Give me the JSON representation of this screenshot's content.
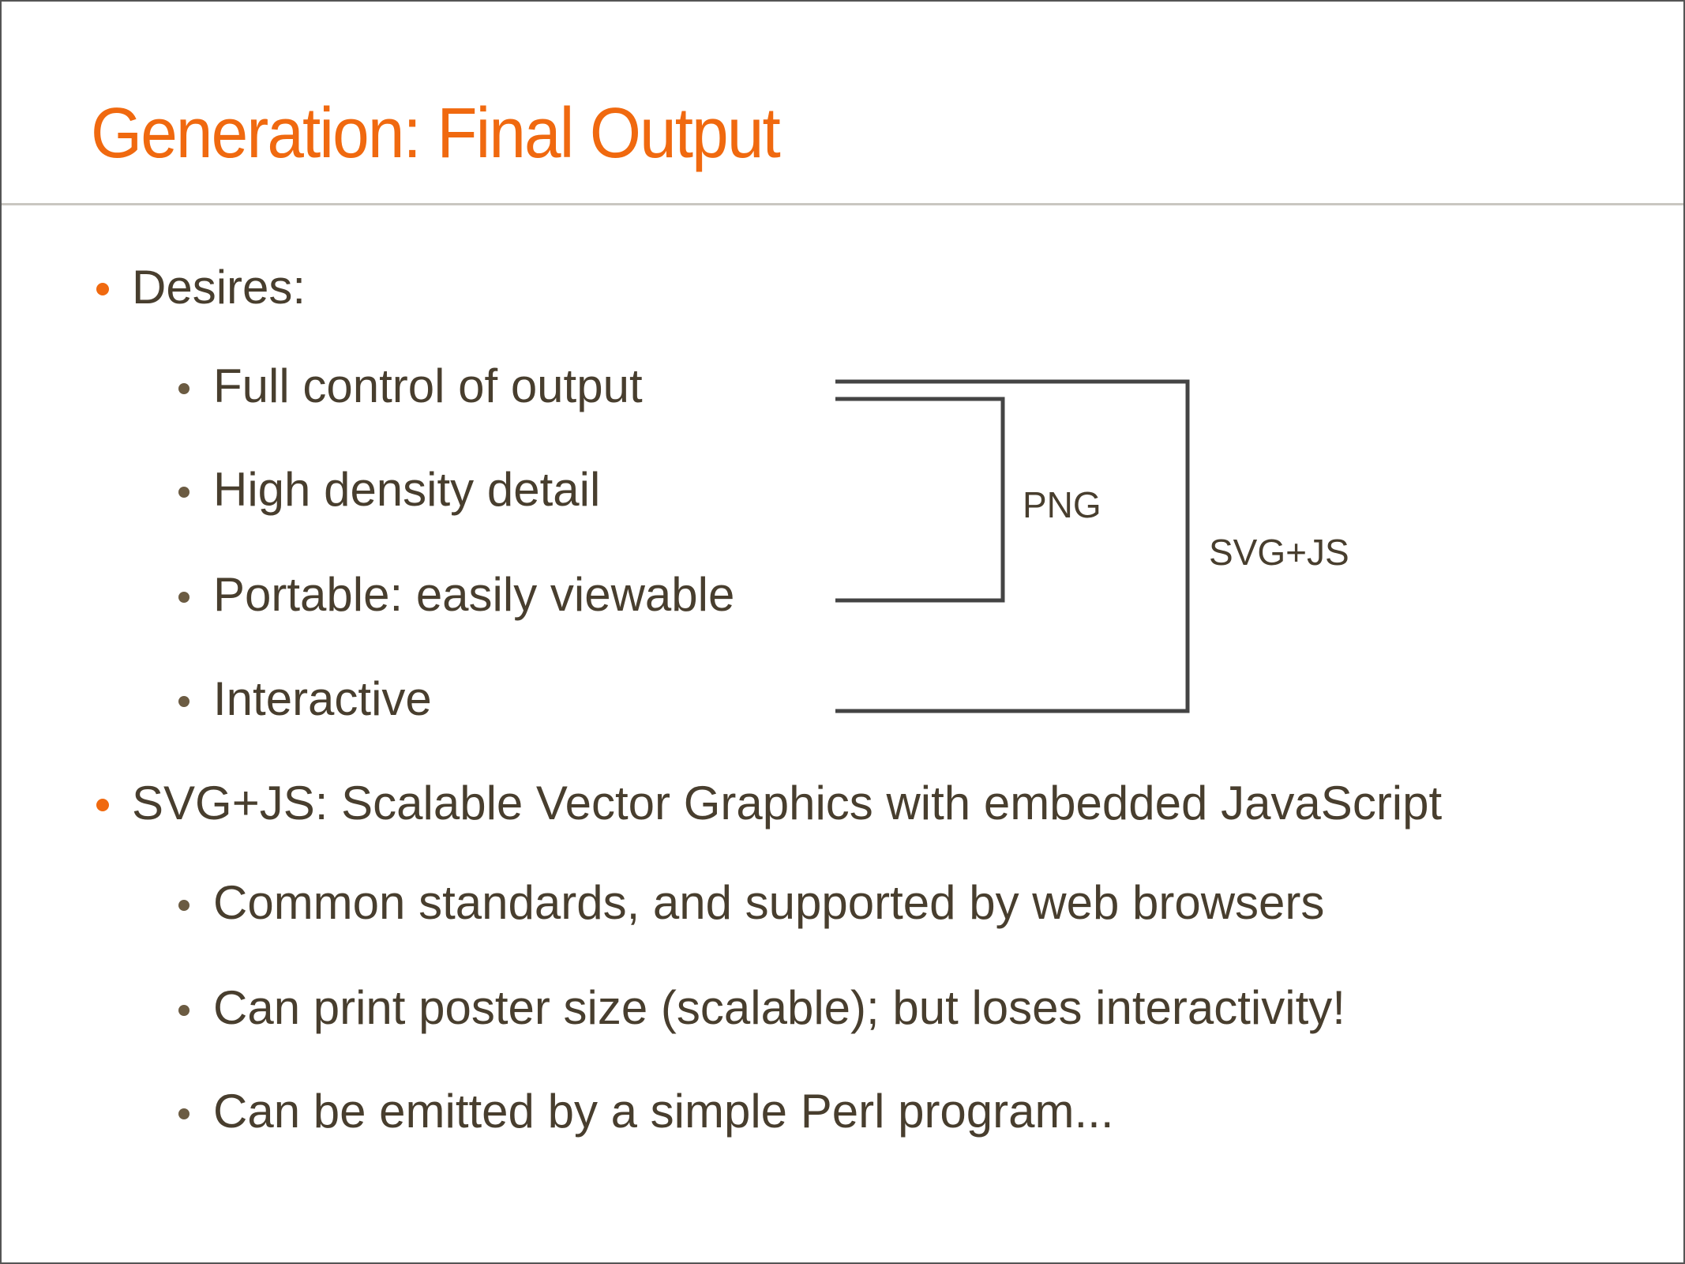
{
  "title": "Generation: Final Output",
  "bullets": [
    {
      "text": "Desires:",
      "sub": [
        "Full control of output",
        "High density detail",
        "Portable: easily viewable",
        "Interactive"
      ]
    },
    {
      "text": "SVG+JS: Scalable Vector Graphics with embedded JavaScript",
      "sub": [
        "Common standards, and supported by web browsers",
        "Can print poster size (scalable); but loses interactivity!",
        "Can be emitted by a simple Perl program..."
      ]
    }
  ],
  "diagram": {
    "png_label": "PNG",
    "svgjs_label": "SVG+JS"
  },
  "colors": {
    "accent": "#f0690f",
    "text": "#483e2e",
    "bracket": "#444444"
  }
}
